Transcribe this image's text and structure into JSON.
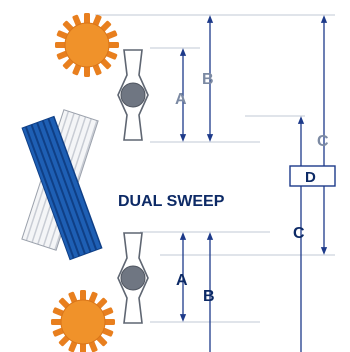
{
  "title": "DUAL SWEEP",
  "dimensions": {
    "a_top": "A",
    "b_top": "B",
    "c_top": "C",
    "d": "D",
    "c_bottom": "C",
    "a_bottom": "A",
    "b_bottom": "B"
  },
  "colors": {
    "sun": "#f0922a",
    "belt": "#1e5fb4",
    "belt_shadow": "#c8ccd4",
    "dim_blue": "#1d3a8a",
    "dim_grey": "#9aa6ba",
    "pivot": "#5f6672",
    "label_blue": "#0d2a66"
  }
}
